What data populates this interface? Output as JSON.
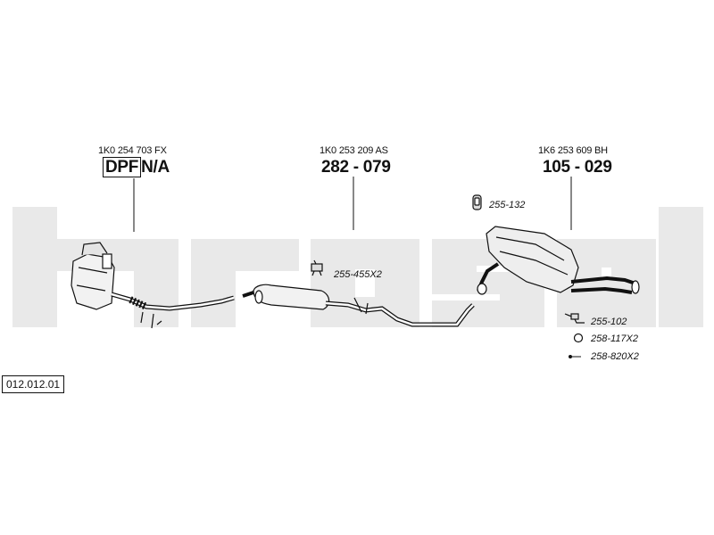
{
  "parts": {
    "front": {
      "oem": "1K0 254 703 FX",
      "prefix": "DPF",
      "number": "N/A"
    },
    "middle": {
      "oem": "1K0 253 209 AS",
      "number": "282 - 079"
    },
    "rear": {
      "oem": "1K6 253 609 BH",
      "number": "105 - 029"
    }
  },
  "accessories": {
    "a1": "255-132",
    "a2": "255-455X2",
    "a3": "255-102",
    "a4": "258-117X2",
    "a5": "258-820X2"
  },
  "diagram_id": "012.012.01",
  "colors": {
    "watermark": "#e9e9e9",
    "line": "#111111",
    "part_fill": "#f2f2f2"
  }
}
